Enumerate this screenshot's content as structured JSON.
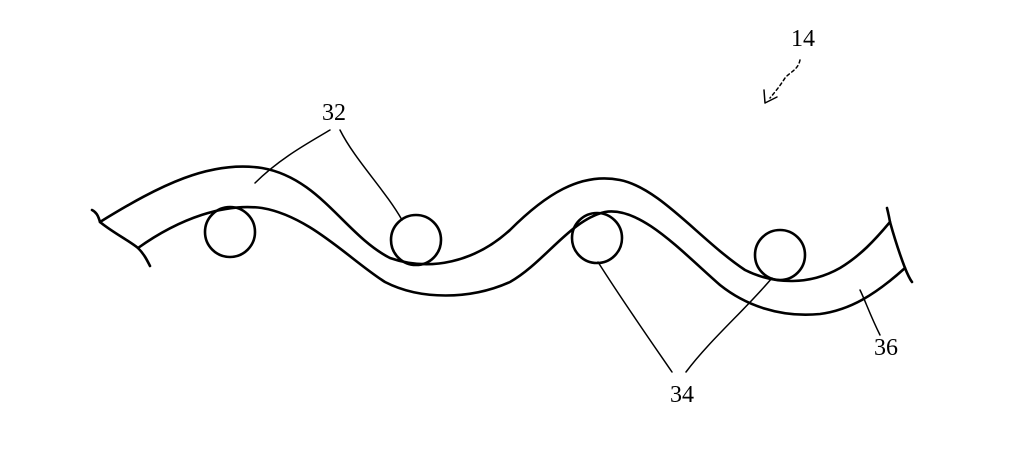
{
  "figure": {
    "assembly_label": "14",
    "labels": {
      "strip": "32",
      "spheres": "34",
      "edge": "36"
    },
    "colors": {
      "ink": "#000000",
      "background": "#ffffff"
    }
  }
}
